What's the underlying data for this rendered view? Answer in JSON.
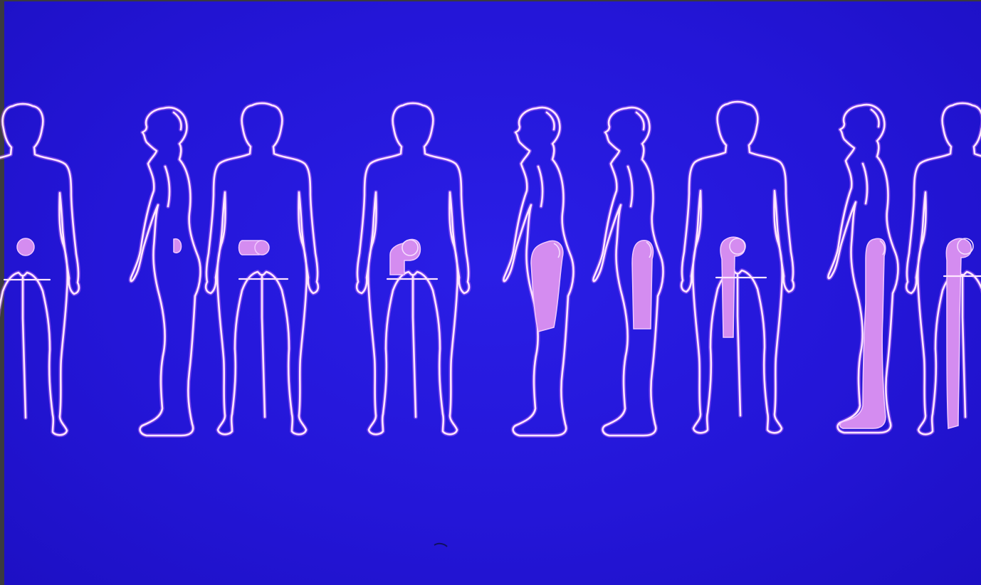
{
  "slide": {
    "background_color": "#2416d8",
    "outline_color": "#ffe6ff",
    "pain_color": "#d48cf0"
  },
  "figures": [
    {
      "view": "back",
      "pain_region": "buttock"
    },
    {
      "view": "side",
      "pain_region": "buttock"
    },
    {
      "view": "back",
      "pain_region": "buttock"
    },
    {
      "view": "back",
      "pain_region": "buttock-thigh"
    },
    {
      "view": "side",
      "pain_region": "buttock-posterior-thigh-to-knee"
    },
    {
      "view": "side",
      "pain_region": "posterior-thigh-to-knee"
    },
    {
      "view": "back",
      "pain_region": "buttock-thigh-below-knee"
    },
    {
      "view": "side",
      "pain_region": "buttock-whole-leg-to-foot"
    },
    {
      "view": "back",
      "pain_region": "buttock-whole-leg-to-foot"
    }
  ]
}
